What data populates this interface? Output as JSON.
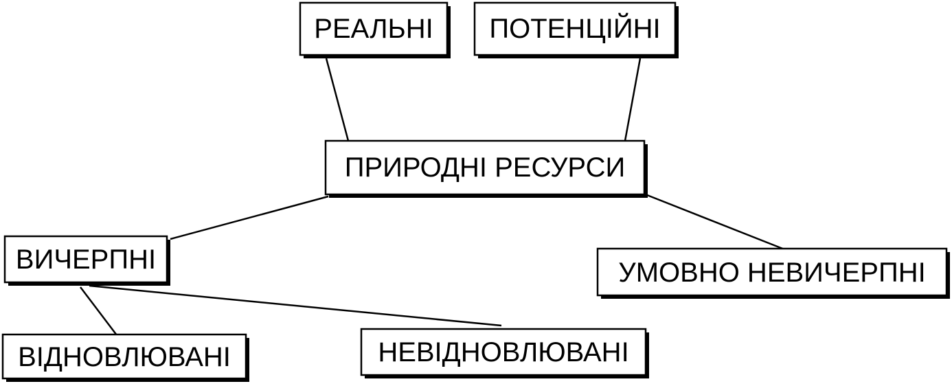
{
  "diagram": {
    "nodes": {
      "real": "РЕАЛЬНІ",
      "potential": "ПОТЕНЦІЙНІ",
      "natural_resources": "ПРИРОДНІ РЕСУРСИ",
      "exhaustible": "ВИЧЕРПНІ",
      "conditionally_inexhaustible": "УМОВНО НЕВИЧЕРПНІ",
      "renewable": "ВІДНОВЛЮВАНІ",
      "nonrenewable": "НЕВІДНОВЛЮВАНІ"
    },
    "edges": [
      [
        "real",
        "natural_resources"
      ],
      [
        "potential",
        "natural_resources"
      ],
      [
        "natural_resources",
        "exhaustible"
      ],
      [
        "natural_resources",
        "conditionally_inexhaustible"
      ],
      [
        "exhaustible",
        "renewable"
      ],
      [
        "exhaustible",
        "nonrenewable"
      ]
    ]
  }
}
